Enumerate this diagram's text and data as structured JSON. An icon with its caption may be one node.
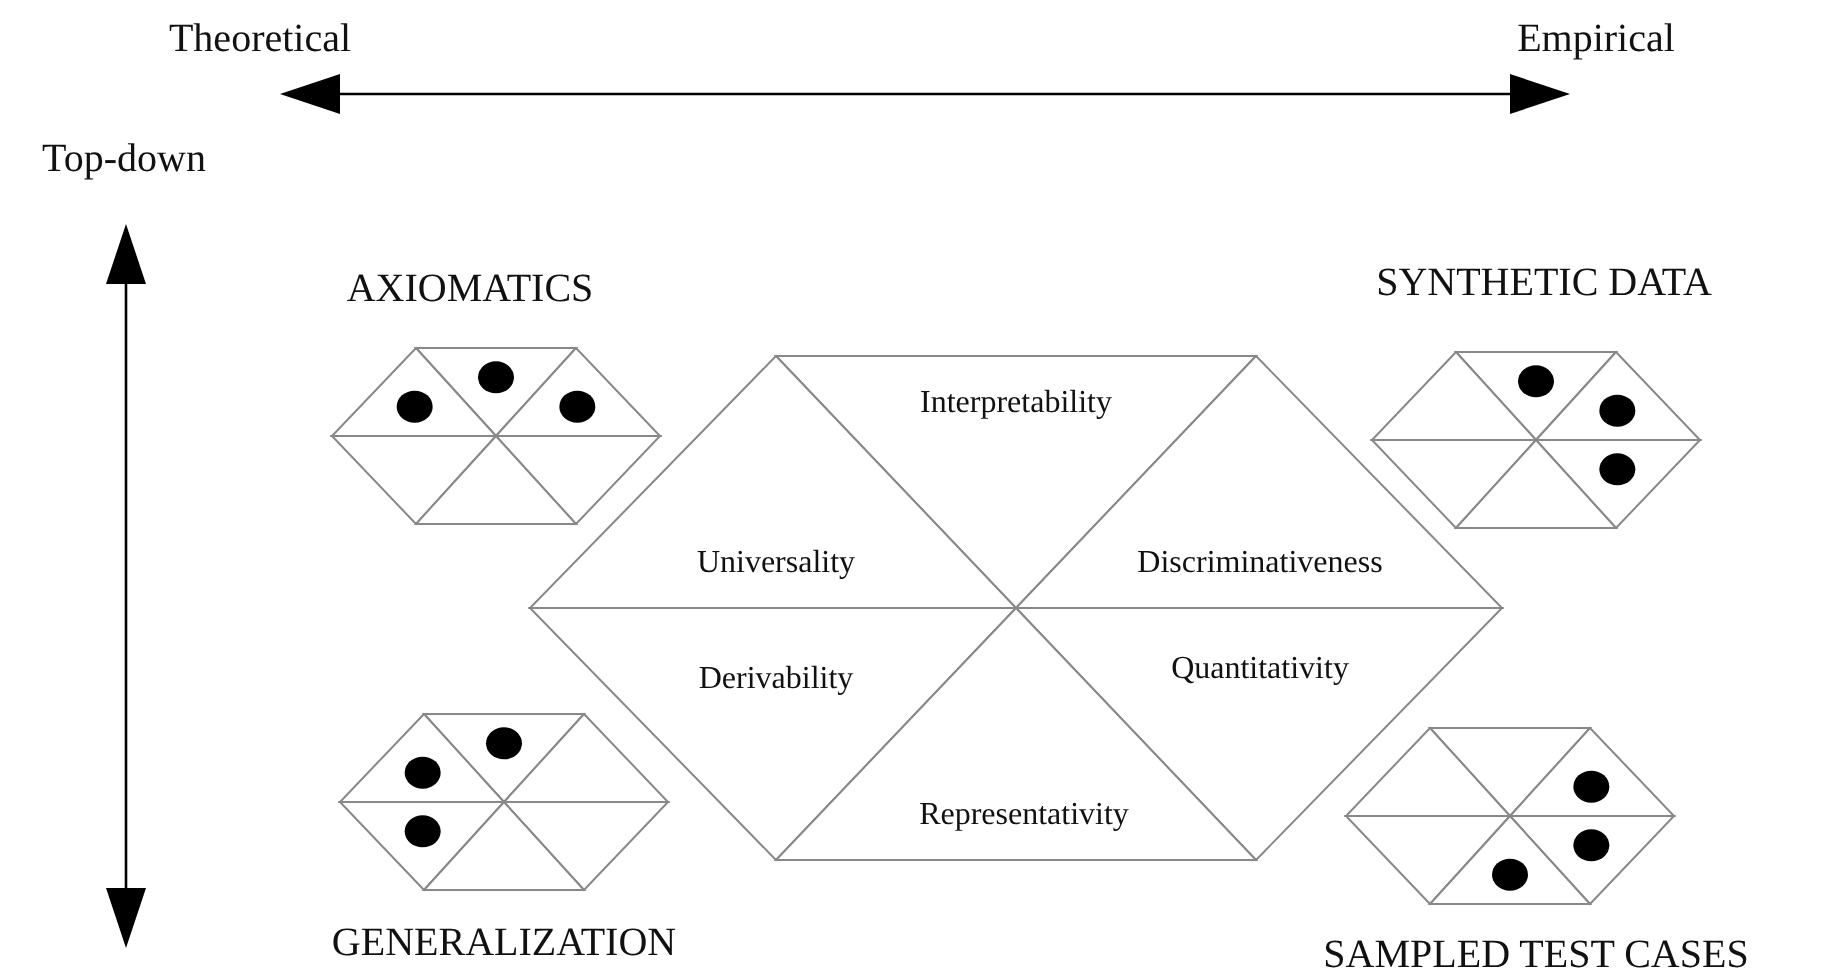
{
  "diagram": {
    "nodes": [
      {
        "text": [
          "AXIOMATICS"
        ]
      },
      {
        "text": [
          "SYNTHETIC DATA"
        ]
      },
      {
        "text": [
          "Interpretability"
        ]
      },
      {
        "text": [
          "Universality"
        ]
      },
      {
        "text": [
          "Discriminativeness"
        ]
      },
      {
        "text": [
          "Derivability"
        ]
      },
      {
        "text": [
          "Quantitativity"
        ]
      },
      {
        "text": [
          "Representativity"
        ]
      },
      {
        "text": [
          "GENERALIZATION"
        ]
      },
      {
        "text": [
          "SAMPLED TEST CASES"
        ]
      }
    ],
    "edges": [],
    "labels": [
      "Theoretical",
      "Empirical",
      "Top-down"
    ]
  }
}
